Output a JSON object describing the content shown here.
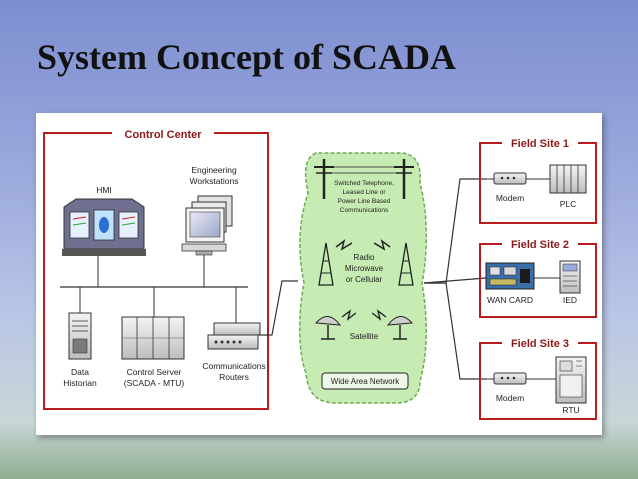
{
  "slide": {
    "title": "System Concept of SCADA"
  },
  "control_center": {
    "title": "Control Center",
    "hmi_label": "HMI",
    "workstations_label": [
      "Engineering",
      "Workstations"
    ],
    "data_historian_label": [
      "Data",
      "Historian"
    ],
    "control_server_label": [
      "Control Server",
      "(SCADA - MTU)"
    ],
    "routers_label": [
      "Communications",
      "Routers"
    ]
  },
  "wan": {
    "telephone_label": [
      "Switched Telephone,",
      "Leased Line or",
      "Power Line Based",
      "Communications"
    ],
    "radio_label": [
      "Radio",
      "Microwave",
      "or Cellular"
    ],
    "satellite_label": "Satellite",
    "network_label": "Wide Area Network"
  },
  "field_sites": [
    {
      "title": "Field Site 1",
      "device_a": "Modem",
      "device_b": "PLC"
    },
    {
      "title": "Field Site 2",
      "device_a": "WAN CARD",
      "device_b": "IED"
    },
    {
      "title": "Field Site 3",
      "device_a": "Modem",
      "device_b": "RTU"
    }
  ],
  "colors": {
    "frame_red": "#b81c1c",
    "wan_green": "#c6ecb4",
    "header_text": "#8b1a1a"
  }
}
